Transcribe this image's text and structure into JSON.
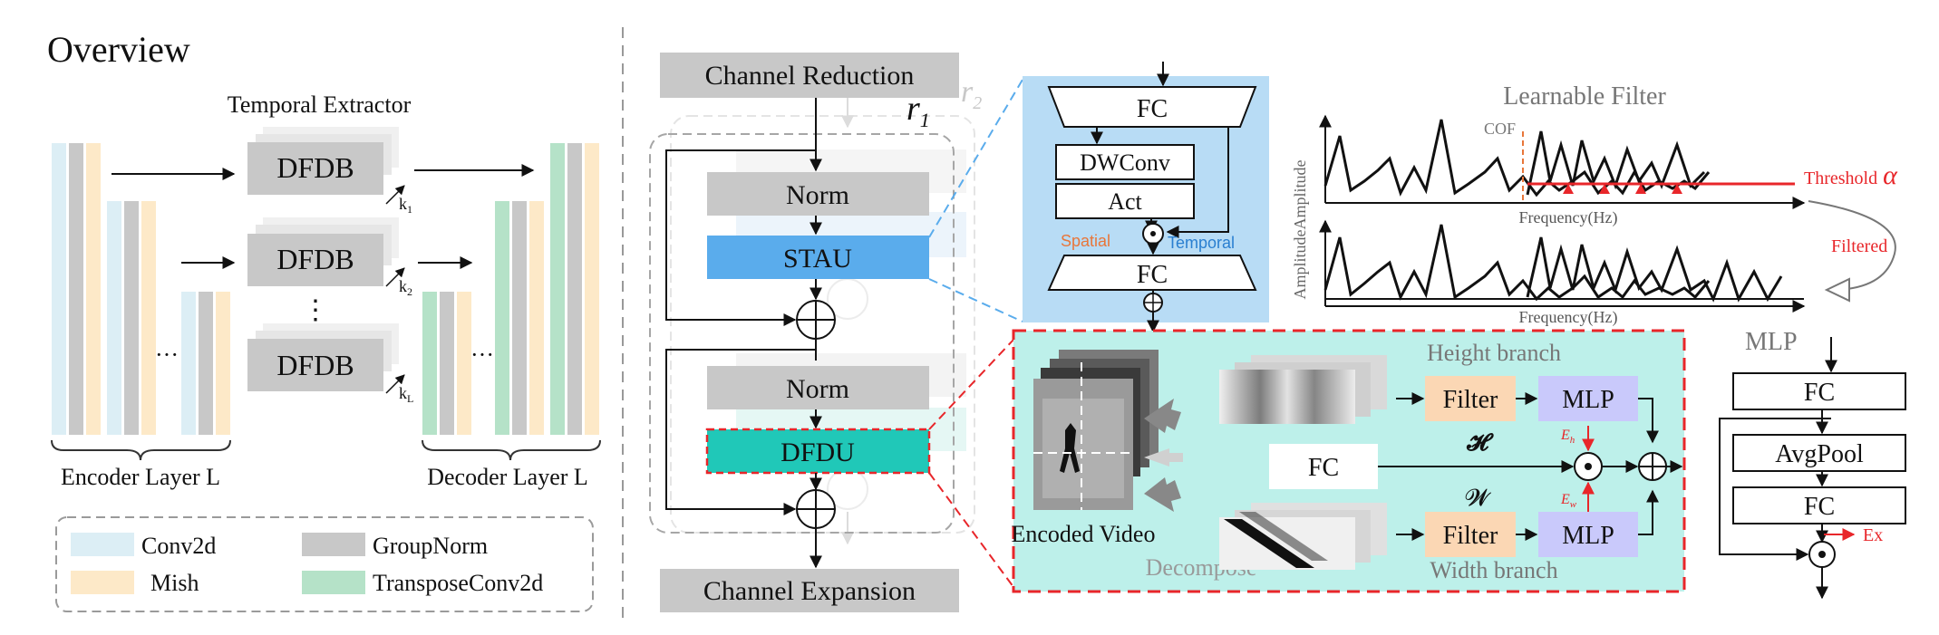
{
  "overview": {
    "title": "Overview",
    "temporal_extractor": "Temporal Extractor",
    "dfdb": "DFDB",
    "k1": "k",
    "k1_sub": "1",
    "k2": "k",
    "k2_sub": "2",
    "kL": "k",
    "kL_sub": "L",
    "vdots": "⋮",
    "enc_dots": "···",
    "dec_dots": "···",
    "encoder_label": "Encoder Layer L",
    "decoder_label": "Decoder Layer L"
  },
  "legend": {
    "conv2d": "Conv2d",
    "mish": "Mish",
    "groupnorm": "GroupNorm",
    "transpose": "TransposeConv2d"
  },
  "colors": {
    "conv2d": "#dceef5",
    "mish": "#fde9c8",
    "groupnorm": "#c8c8c8",
    "transpose": "#b5e2c8",
    "stau": "#5aacec",
    "dfdu": "#20c8b8",
    "stau_panel": "#b8dcf5",
    "dfdu_panel": "#bdf0ea",
    "filter": "#fbd7b4",
    "mlp": "#c9c9fb",
    "red": "#e8262a"
  },
  "block": {
    "channel_reduction": "Channel Reduction",
    "channel_expansion": "Channel Expansion",
    "r1": "r",
    "r1_sub": "1",
    "r2": "r",
    "r2_sub": "2",
    "norm1": "Norm",
    "stau": "STAU",
    "norm2": "Norm",
    "dfdu": "DFDU"
  },
  "stau": {
    "fc_top": "FC",
    "dwconv": "DWConv",
    "act": "Act",
    "fc_bottom": "FC",
    "spatial": "Spatial",
    "temporal": "Temporal"
  },
  "filter_plot": {
    "title": "Learnable Filter",
    "cof": "COF",
    "threshold": "Threshold",
    "alpha": "α",
    "ylabel1": "Amplitude",
    "ylabel2": "Amplitude",
    "xlabel1": "Frequency(Hz)",
    "xlabel2": "Frequency(Hz)",
    "filtered": "Filtered"
  },
  "dfdu": {
    "encoded_video": "Encoded Video",
    "decompose": "Decompose",
    "height_branch": "Height branch",
    "width_branch": "Width branch",
    "filter_top": "Filter",
    "mlp_top": "MLP",
    "fc": "FC",
    "filter_bottom": "Filter",
    "mlp_bottom": "MLP",
    "H": "𝓗",
    "W": "𝓦",
    "eh": "E",
    "eh_sub": "h",
    "ew": "E",
    "ew_sub": "w"
  },
  "mlp_panel": {
    "title": "MLP",
    "fc_top": "FC",
    "avgpool": "AvgPool",
    "fc_bottom": "FC",
    "ex": "Ex"
  }
}
